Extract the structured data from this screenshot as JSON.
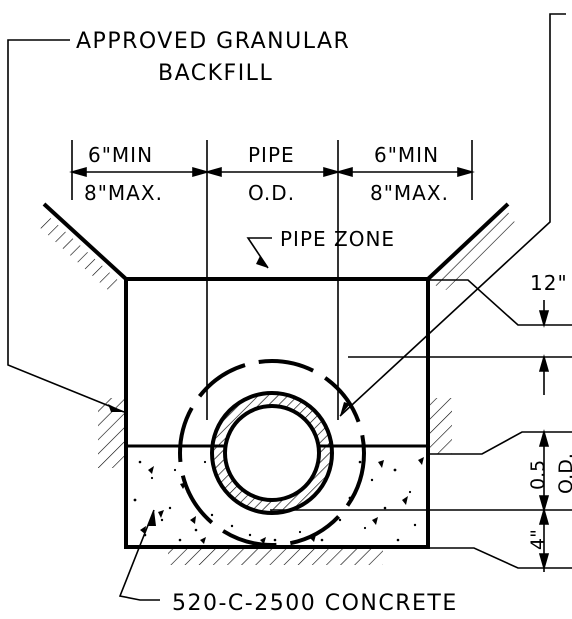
{
  "labels": {
    "backfill_line1": "APPROVED GRANULAR",
    "backfill_line2": "BACKFILL",
    "left_top": "6\"MIN",
    "left_bottom": "8\"MAX.",
    "pipe_top": "PIPE",
    "pipe_bottom": "O.D.",
    "right_top": "6\"MIN",
    "right_bottom": "8\"MAX.",
    "pipe_zone": "PIPE ZONE",
    "dim_12": "12\"",
    "dim_05": "0.5",
    "dim_od": "O.D.",
    "dim_4": "4\"",
    "concrete": "520-C-2500 CONCRETE"
  }
}
